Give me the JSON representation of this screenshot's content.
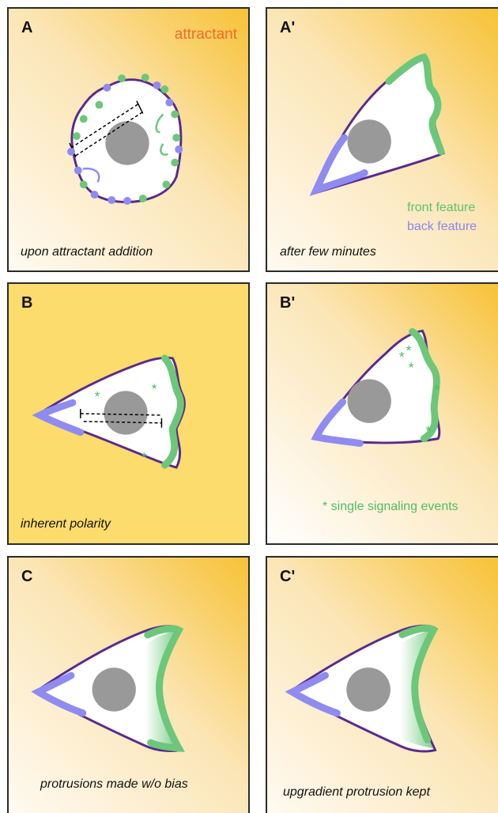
{
  "panels": {
    "A": {
      "label": "A",
      "caption": "upon attractant addition",
      "attractant_label": "attractant"
    },
    "Ap": {
      "label": "A'",
      "caption": "after few minutes"
    },
    "B": {
      "label": "B",
      "caption": "inherent polarity"
    },
    "Bp": {
      "label": "B'",
      "signal_note": "* single signaling events"
    },
    "C": {
      "label": "C",
      "caption": "protrusions made w/o bias"
    },
    "Cp": {
      "label": "C'",
      "caption": "upgradient protrusion kept"
    }
  },
  "legend": {
    "front": "front feature",
    "back": "back feature"
  },
  "colors": {
    "front": "#6cc77a",
    "back": "#8f8bf0",
    "membrane": "#5a2a8c",
    "nucleus": "#999999",
    "attractant": "#f06a2a",
    "gradient_high": "#f7c236"
  }
}
